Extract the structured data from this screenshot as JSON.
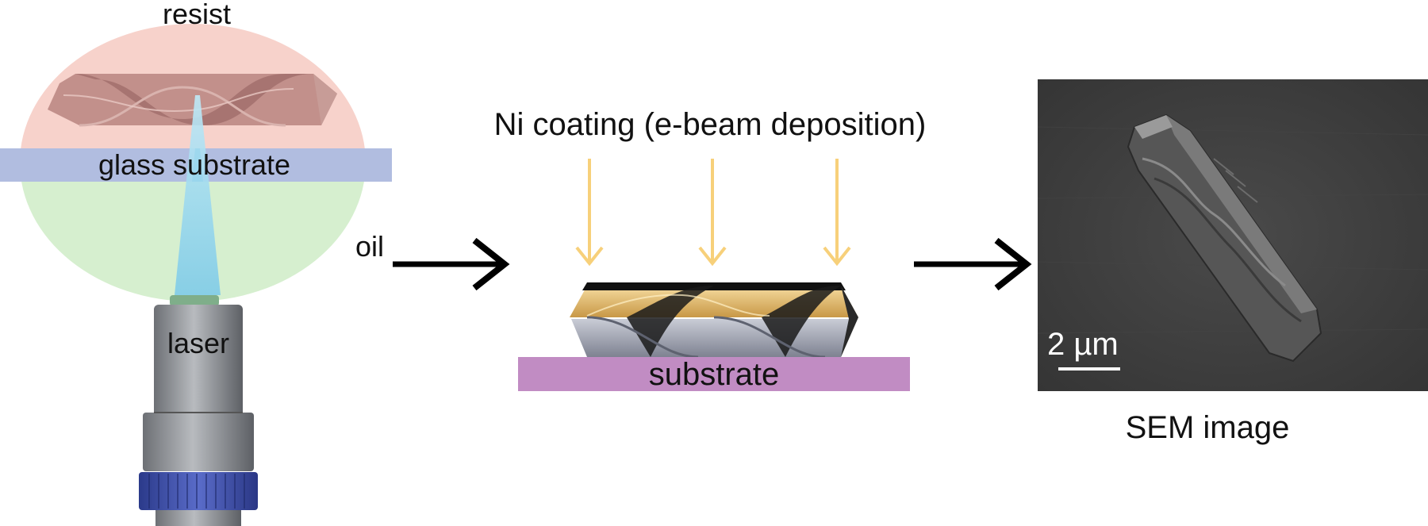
{
  "labels": {
    "resist": "resist",
    "glass_substrate": "glass substrate",
    "oil": "oil",
    "laser": "laser",
    "ni_coating": "Ni coating (e-beam deposition)",
    "substrate": "substrate",
    "scale_bar": "2 µm",
    "sem_image": "SEM image"
  },
  "colors": {
    "resist_region": "#f7d2cb",
    "oil_region": "#d6efcf",
    "glass_substrate": "#b1bde0",
    "laser_beam": "#8fd3ec",
    "objective_body": "#8c8f94",
    "objective_ring": "#3d4ea6",
    "deposition_arrow": "#f7d07a",
    "substrate": "#c18cc3",
    "gold_coating": "#e3b469",
    "sem_background": "#3d3d3d",
    "process_arrow": "#000000"
  },
  "icons": {
    "helix_resist": "twisted-helix-structure",
    "helix_coated": "ni-coated-helix-structure",
    "objective": "microscope-objective-icon",
    "sem_particle": "helical-microstructure-sem"
  }
}
